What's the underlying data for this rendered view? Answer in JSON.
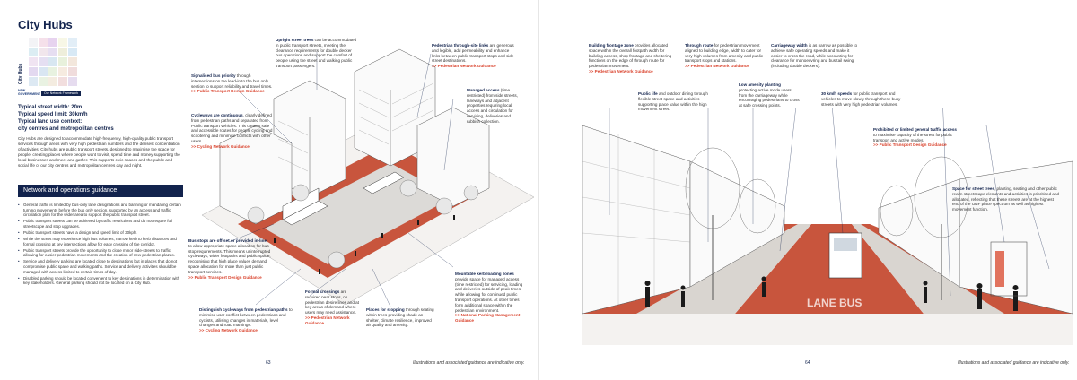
{
  "left": {
    "title": "City Hubs",
    "matrix_label": "City Hubs",
    "matrix_colors": [
      [
        "#f3f3f6",
        "#f5e0ea",
        "#e7d3ef",
        "#f7f7e6",
        "#e2eef7"
      ],
      [
        "#dcedf3",
        "#f1e6ec",
        "#e6def1",
        "#eeeedb",
        "#d8e9f5"
      ],
      [
        "#f0e4f2",
        "#e5dff2",
        "#d8e7f1",
        "#e8f1dc",
        "#f3e7dc"
      ],
      [
        "#e3d9f0",
        "#d9e6f2",
        "#e8f2e0",
        "#f6ebe0",
        "#f0dcdc"
      ],
      [
        "#dde9f3",
        "#e9f2e2",
        "#f4ece0",
        "#f2dede",
        "#e6dcef"
      ]
    ],
    "logo_a": "NSW GOVERNMENT",
    "logo_b": "Our Network Framework",
    "spec_width": "Typical street width: 20m",
    "spec_speed": "Typical speed limit: 30km/h",
    "spec_land": "Typical land use context:",
    "spec_land2": "city centres and metropolitan centres",
    "intro": "City Hubs are designed to accommodate high-frequency, high-quality public transport services through areas with very high pedestrian numbers and the densest concentration of activities. City hubs are public transport streets, designed to maximise the space for people, creating places where people want to visit, spend time and money supporting the local businesses and meet and gather. This supports civic spaces and the public and social life of our city centres and metropolitan centres day and night.",
    "section_head": "Network and operations guidance",
    "bullets": [
      "General traffic is limited by bus-only lane designations and banning or mandating certain turning movements before the bus only section, supported by an access and traffic circulation plan for the wider area to support the public transport street.",
      "Public transport streets can be achieved by traffic restrictions and do not require full streetscape and stop upgrades.",
      "Public transport streets have a design and speed limit of 30kph.",
      "While the street may experience high bus volumes, narrow kerb to kerb distances and formal crossing at key intersections allow for easy crossing of the corridor.",
      "Public transport streets provide the opportunity to close minor side-streets to traffic allowing for easier pedestrian movements and the creation of new pedestrian plazas.",
      "Service and delivery parking are located close to destinations but in places that do not compromise public space and walking paths. Service and delivery activities should be managed with access limited to certain times of day.",
      "Disabled parking should be located convenient to key destinations in determination with key stakeholders. General parking should not be located on a City Hub."
    ],
    "page_number": "63",
    "disclaimer": "Illustrations and associated guidance are indicative only."
  },
  "annotations_left": {
    "upright_trees": {
      "head": "Upright street trees",
      "body": " can be accommodated in public transport streets, meeting the clearance requirements for double decker bus operations and support the comfort of people using the street and walking public transport passengers."
    },
    "signalised": {
      "head": "Signalised bus priority",
      "body": " through intersections on the lead-in to the bus only section to support reliability and travel times.",
      "link": ">> Public Transport Design Guidance"
    },
    "cycleways": {
      "head": "Cycleways are continuous",
      "body": ", clearly defined from pedestrian paths and separated from Public transport vehicles. This creates safe and accessible routes for people cycling and scootering and minimise conflicts with other users.",
      "link": ">> Cycling Network Guidance"
    },
    "through_links": {
      "head": "Pedestrian through-site links",
      "body": " are generous and legible, add permeability and enhance links between public transport stops and side street destinations.",
      "link": ">> Pedestrian Network Guidance"
    },
    "managed_access": {
      "head": "Managed access",
      "body": " (time restricted) from side streets, laneways and adjacent properties requiring local access and circulation for servicing, deliveries and rubbish collection."
    },
    "bus_stops": {
      "head": "Bus stops are off-set or provided in-line",
      "body": " to allow appropriate space allocation for bus stop requirements. This means uninterrupted cycleways, wider footpaths and public space, recognising that high place values demand space allocation for more than just public transport services.",
      "link": ">> Public Transport Design Guidance"
    },
    "kerb_loading": {
      "head": "Mountable kerb loading zones",
      "body": " provide space for managed access (time restricted) for servicing, loading and deliveries outside of peak times while allowing for continued public transport operations. At other times form additional space within the pedestrian environment.",
      "link": ">> National Parking Management Guidance"
    },
    "formal_crossings": {
      "head": "Formal crossings",
      "body": " are required near stops, on pedestrian desire lines and at key areas of demand where users may need assistance.",
      "link": ">> Pedestrian Network Guidance"
    },
    "distinguish": {
      "head": "Distinguish cycleways from pedestrian paths",
      "body": " to minimise user conflict between pedestrians and cyclists, utilising changes in materials, level changes and road markings.",
      "link": ">> Cycling Network Guidance"
    },
    "stopping": {
      "head": "Places for stopping",
      "body": " through seating within trees providing shade an shelter, climate resilience, improved air quality and amenity."
    }
  },
  "annotations_right": {
    "frontage": {
      "head": "Building frontage zone",
      "body": " provides allocated space within the overall footpath width for building access, shop frontage and sheltering functions on the edge of through route for pedestrian movement.",
      "link": ">> Pedestrian Network Guidance"
    },
    "through_route": {
      "head": "Through route",
      "body": " for pedestrian movement aligned to building edge, width to cater for very high volumes from amenity and public transport stops and stations.",
      "link": ">> Pedestrian Network Guidance"
    },
    "carriageway": {
      "head": "Carriageway width",
      "body": " is as narrow as possible to achieve safe operating speeds and make it easier to cross the road, while accounting for clearance for manoeuvring and bus tail swing (including double deckers)."
    },
    "public_life": {
      "head": "Public life",
      "body": " and outdoor dining through flexible street space and activities supporting place value within the high movement street."
    },
    "low_planting": {
      "head": "Low amenity planting",
      "body": " protecting active mode users from the carriageway while encouraging pedestrians to cross at safe crossing points."
    },
    "speed": {
      "head": "30 km/h speeds",
      "body": " for public transport and vehicles to move slowly through these busy streets with very high pedestrian volumes."
    },
    "prohibited": {
      "head": "Prohibited or limited general traffic access",
      "body": " to maximise capacity of the street for public transport and active modes.",
      "link": ">> Public Transport Design Guidance"
    },
    "space_trees": {
      "head": "Space for street trees",
      "body": ", planting, seating and other public realm streetscape elements and activities is prioritised and allocated, reflecting that these streets are at the highest end of the ONF place spectrum as well as highest movement function."
    },
    "road_marking": "LANE BUS",
    "page_number": "64",
    "disclaimer": "Illustrations and associated guidance are indicative only."
  },
  "colors": {
    "navy": "#12234d",
    "accent": "#d9412b",
    "road": "#c8553d"
  }
}
